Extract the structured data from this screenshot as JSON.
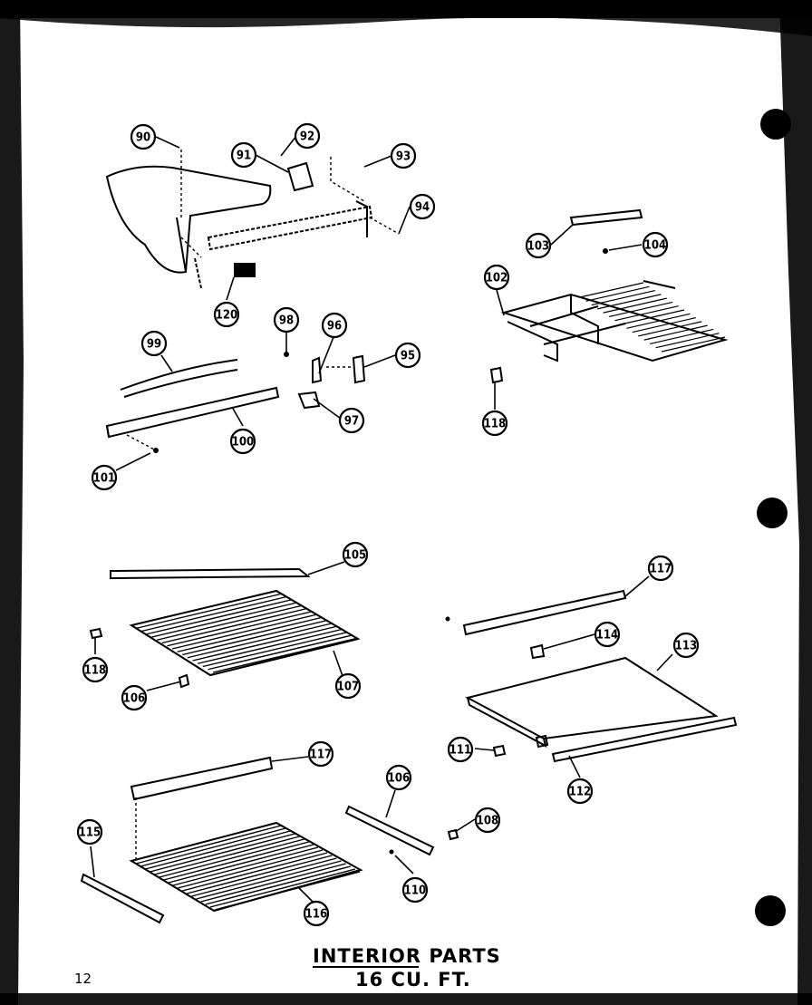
{
  "diagram": {
    "title_line1": "INTERIOR PARTS",
    "title_line2": "16 CU. FT.",
    "page_number": "12",
    "callouts": [
      {
        "key": "c90",
        "label": "90"
      },
      {
        "key": "c91",
        "label": "91"
      },
      {
        "key": "c92",
        "label": "92"
      },
      {
        "key": "c93",
        "label": "93"
      },
      {
        "key": "c94",
        "label": "94"
      },
      {
        "key": "c120",
        "label": "120"
      },
      {
        "key": "c98",
        "label": "98"
      },
      {
        "key": "c96",
        "label": "96"
      },
      {
        "key": "c95",
        "label": "95"
      },
      {
        "key": "c97",
        "label": "97"
      },
      {
        "key": "c99",
        "label": "99"
      },
      {
        "key": "c100",
        "label": "100"
      },
      {
        "key": "c101",
        "label": "101"
      },
      {
        "key": "c103",
        "label": "103"
      },
      {
        "key": "c104",
        "label": "104"
      },
      {
        "key": "c102",
        "label": "102"
      },
      {
        "key": "c118a",
        "label": "118"
      },
      {
        "key": "c105",
        "label": "105"
      },
      {
        "key": "c118b",
        "label": "118"
      },
      {
        "key": "c106a",
        "label": "106"
      },
      {
        "key": "c107",
        "label": "107"
      },
      {
        "key": "c117a",
        "label": "117"
      },
      {
        "key": "c114",
        "label": "114"
      },
      {
        "key": "c113",
        "label": "113"
      },
      {
        "key": "c111",
        "label": "111"
      },
      {
        "key": "c112",
        "label": "112"
      },
      {
        "key": "c117b",
        "label": "117"
      },
      {
        "key": "c106b",
        "label": "106"
      },
      {
        "key": "c108",
        "label": "108"
      },
      {
        "key": "c110",
        "label": "110"
      },
      {
        "key": "c115",
        "label": "115"
      },
      {
        "key": "c116",
        "label": "116"
      }
    ]
  }
}
